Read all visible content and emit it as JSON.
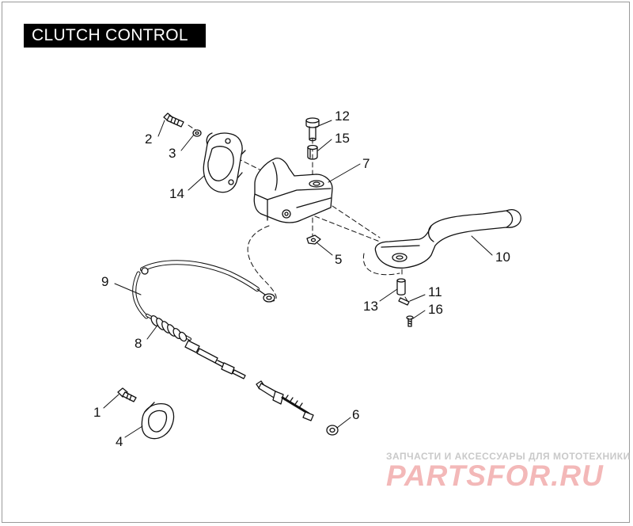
{
  "title": "CLUTCH CONTROL",
  "callouts": [
    {
      "id": "c1",
      "label": "1"
    },
    {
      "id": "c2",
      "label": "2"
    },
    {
      "id": "c3",
      "label": "3"
    },
    {
      "id": "c4",
      "label": "4"
    },
    {
      "id": "c5",
      "label": "5"
    },
    {
      "id": "c6",
      "label": "6"
    },
    {
      "id": "c7",
      "label": "7"
    },
    {
      "id": "c8",
      "label": "8"
    },
    {
      "id": "c9",
      "label": "9"
    },
    {
      "id": "c10",
      "label": "10"
    },
    {
      "id": "c11",
      "label": "11"
    },
    {
      "id": "c12",
      "label": "12"
    },
    {
      "id": "c13",
      "label": "13"
    },
    {
      "id": "c14",
      "label": "14"
    },
    {
      "id": "c15",
      "label": "15"
    },
    {
      "id": "c16",
      "label": "16"
    }
  ],
  "watermark": {
    "caption": "ЗАПЧАСТИ И АКСЕССУАРЫ ДЛЯ МОТОТЕХНИКИ",
    "logo": "PARTSFOR.RU"
  },
  "colors": {
    "ink": "#111111",
    "title_bg": "#000000",
    "title_text": "#ffffff",
    "watermark": "#f3b8b8"
  }
}
